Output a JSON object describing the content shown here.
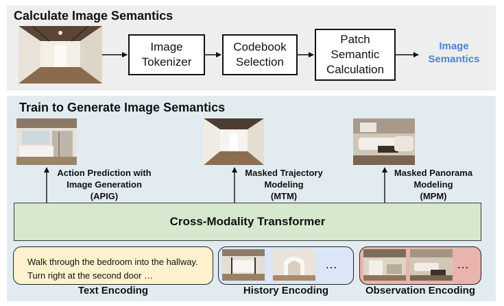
{
  "top_panel": {
    "title": "Calculate Image Semantics",
    "steps": [
      "Image\nTokenizer",
      "Codebook\nSelection",
      "Patch\nSemantic\nCalculation"
    ],
    "output_label": "Image\nSemantics"
  },
  "bottom_panel": {
    "title": "Train to Generate Image Semantics",
    "tasks": [
      "Action Prediction with\nImage Generation\n(APIG)",
      "Masked Trajectory\nModeling\n(MTM)",
      "Masked Panorama\nModeling\n(MPM)"
    ],
    "transformer_label": "Cross-Modality Transformer",
    "text_encoding": {
      "instruction": "Walk through the bedroom into the hallway.\nTurn right at the second door …",
      "label": "Text Encoding"
    },
    "history_encoding": {
      "ellipsis": "…",
      "label": "History Encoding"
    },
    "observation_encoding": {
      "ellipsis": "…",
      "label": "Observation Encoding"
    }
  },
  "colors": {
    "output_text": "#4a86d0",
    "transformer_fill": "#d6e9cf",
    "text_enc_fill": "#fdf2cd",
    "history_enc_fill": "#dbe7f7",
    "observation_enc_fill": "#e9b4ae"
  }
}
